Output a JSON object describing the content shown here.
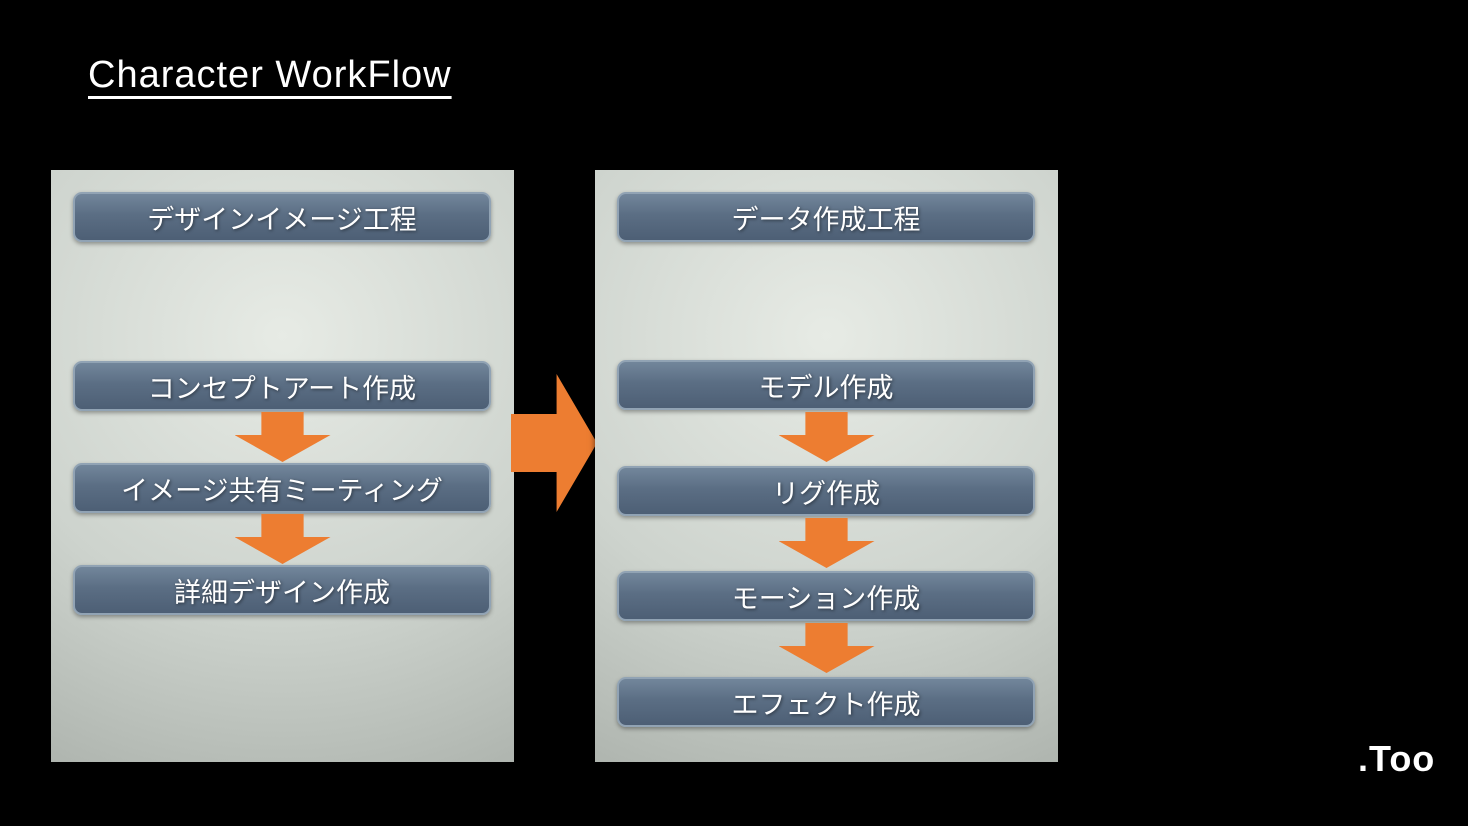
{
  "slide": {
    "title": "Character WorkFlow",
    "logo_text": ".Too"
  },
  "left_panel": {
    "header": "デザインイメージ工程",
    "steps": [
      "コンセプトアート作成",
      "イメージ共有ミーティング",
      "詳細デザイン作成"
    ]
  },
  "right_panel": {
    "header": "データ作成工程",
    "steps": [
      "モデル作成",
      "リグ作成",
      "モーション作成",
      "エフェクト作成"
    ]
  },
  "icons": {
    "down_arrow": "down-arrow",
    "flow_arrow": "right-arrow"
  },
  "colors": {
    "background": "#000000",
    "title_text": "#ffffff",
    "panel_gradient_light": "#e7ebe5",
    "panel_gradient_dark": "#a2a8a2",
    "box_fill_top": "#72869b",
    "box_fill_bottom": "#4d5f75",
    "box_border": "#91a3b4",
    "box_text": "#ffffff",
    "arrow_orange": "#ed7d31"
  }
}
